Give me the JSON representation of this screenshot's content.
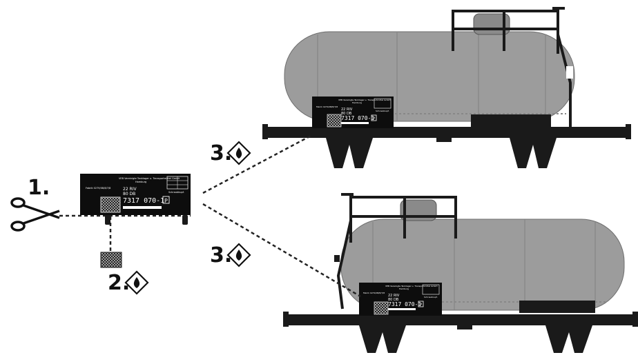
{
  "colors": {
    "tank_body": "#9c9c9c",
    "tank_dark": "#7a7a7a",
    "frame": "#1a1a1a",
    "plate": "#0d0d0d",
    "plate_text": "#ffffff",
    "dashed": "#222222"
  },
  "steps": {
    "cut": {
      "number": "1.",
      "icon": "scissors-icon"
    },
    "glue_small": {
      "number": "2.",
      "icon": "glue-drop-icon"
    },
    "glue_top": {
      "number": "3.",
      "icon": "glue-drop-icon"
    },
    "glue_bottom": {
      "number": "3.",
      "icon": "glue-drop-icon"
    }
  },
  "plate": {
    "company": "VEB Vereinigte Tanklager u. Transportmittel GmbH",
    "city": "Hamburg",
    "small_line": "Fabrik 0279/08/8/7/8",
    "line1": "22 RIV",
    "line2": "80 DB",
    "number": "7317 070-1",
    "number_box": "P",
    "right_label": "Schraubkupf."
  }
}
